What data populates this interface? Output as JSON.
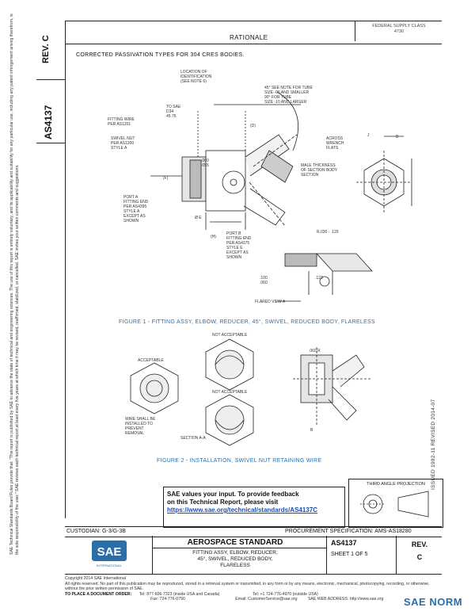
{
  "header": {
    "rev_label": "REV.",
    "rev_value": "C",
    "doc_number": "AS4137",
    "rationale_title": "RATIONALE",
    "fed_supply_class": [
      "FEDERAL SUPPLY CLASS",
      "4730"
    ],
    "rationale_text": "CORRECTED PASSIVATION TYPES FOR 304 CRES BODIES."
  },
  "figures": {
    "fig1_caption": "FIGURE 1 - FITTING ASSY, ELBOW, REDUCER, 45°, SWIVEL, REDUCED BODY, FLARELESS",
    "fig2_caption": "FIGURE 2 - INSTALLATION, SWIVEL NUT RETAINING WIRE",
    "fig1_labels": {
      "location": "LOCATION OF\nIDENTIFICATION\n(SEE NOTE 6)",
      "sae_mark": "TO SAE\nD34\n45.75",
      "fitting_wire": "FITTING WIRE\nPER AS1201",
      "swivel_nut": "SWIVEL NUT\nPER AS1200\nSTYLE A",
      "port_a": "PORT A\nFITTING END\nPER AS4395\nSTYLE A\nEXCEPT AS\nSHOWN",
      "port_b": "PORT B\nFITTING END\nPER AS4375\nSTYLE E\nEXCEPT AS\nSHOWN",
      "note_45": "45° SEE NOTE FOR TUBE\nSIZE -06 AND SMALLER\n90° FOR TUBE\nSIZE -10 AND LARGER",
      "across_wrench": "ACROSS\nWRENCH\nFLATS",
      "male_thick": "MALE THICKNESS\nOF SECTION BODY\nSECTION",
      "flared_view": "FLARED VIEW A",
      "dim_060": ".060\n.055",
      "dim_030": "R.030 - .120",
      "dim_1": ".100\n.060",
      "dim_2": ".123",
      "dia_e": "Ø E",
      "ref_d": "(D)",
      "ref_f": "(F)",
      "ref_h": "(H)",
      "ref_j": "J",
      "ref_b": "B"
    },
    "fig2_labels": {
      "not_acceptable_1": "NOT ACCEPTABLE",
      "acceptable": "ACCEPTABLE",
      "not_acceptable_2": "NOT ACCEPTABLE",
      "wire_shall": "WIRE SHALL BE\nINSTALLED TO\nPREVENT\nREMOVAL",
      "section": "SECTION A-A",
      "dim_r": ".060 R",
      "dim_b": "B"
    }
  },
  "feedback": {
    "line1": "SAE values your input. To provide feedback",
    "line2": "on this Technical Report, please visit",
    "link": "https://www.sae.org/technical/standards/AS4137C"
  },
  "third_angle": "THIRD ANGLE PROJECTION",
  "title_block": {
    "custodian": "CUSTODIAN: G-3/G-3B",
    "procurement": "PROCUREMENT SPECIFICATION: AMS-AS18280",
    "standard_title": "AEROSPACE STANDARD",
    "description": "FITTING ASSY, ELBOW, REDUCER,\n45°, SWIVEL, REDUCED BODY,\nFLARELESS",
    "doc_number": "AS4137",
    "sheet": "SHEET 1 OF 5",
    "rev_label": "REV.",
    "rev_value": "C",
    "sae_logo": "SAE",
    "sae_logo_sub": "INTERNATIONAL"
  },
  "issued": "ISSUED 1992-11   REVISED 2014-07",
  "footer": {
    "copyright": "Copyright 2014 SAE International",
    "rights": "All rights reserved. No part of this publication may be reproduced, stored in a retrieval system or transmitted, in any form or by any means, electronic, mechanical, photocopying, recording, or otherwise, without the prior written permission of SAE.",
    "order_label": "TO PLACE A DOCUMENT ORDER:",
    "tel": "Tel: 877-606-7323 (inside USA and Canada)",
    "tel2": "Tel: +1 724-776-4970 (outside USA)",
    "fax": "Fax: 724-776-0790",
    "email": "Email: CustomerService@sae.org",
    "web": "SAE WEB ADDRESS: http://www.sae.org"
  },
  "left_policy": "SAE Technical Standards Board Rules provide that: \"This report is published by SAE to advance the state of technical and engineering sciences. The use of this report is entirely voluntary, and its applicability and suitability for any particular use, including any patent infringement arising therefrom, is the sole responsibility of the user.\" SAE reviews each technical report at least every five years at which time it may be revised, reaffirmed, stabilized, or cancelled. SAE invites your written comments and suggestions.",
  "watermark": "SAE NORM"
}
